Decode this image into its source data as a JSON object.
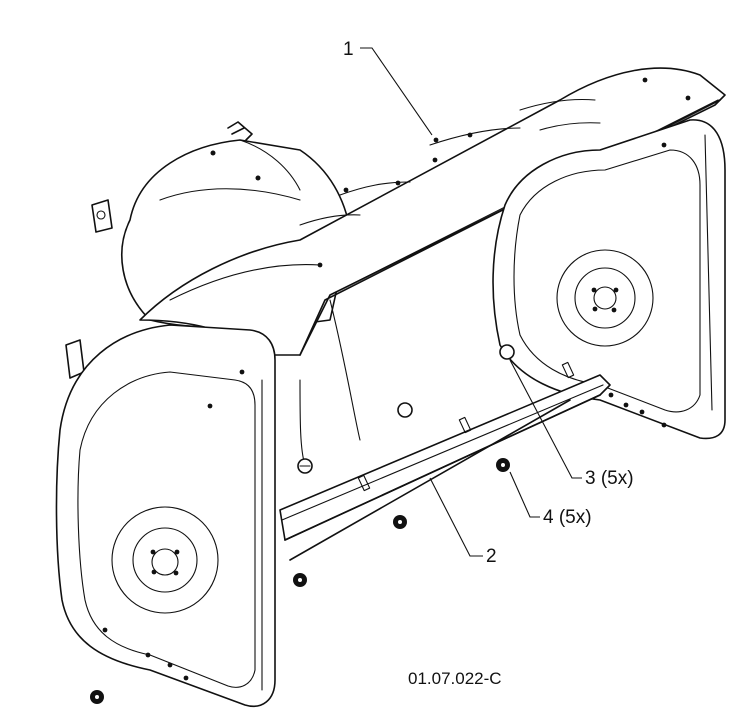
{
  "callouts": {
    "c1": "1",
    "c2": "2",
    "c3": "3 (5x)",
    "c4": "4 (5x)"
  },
  "reference_code": "01.07.022-C"
}
